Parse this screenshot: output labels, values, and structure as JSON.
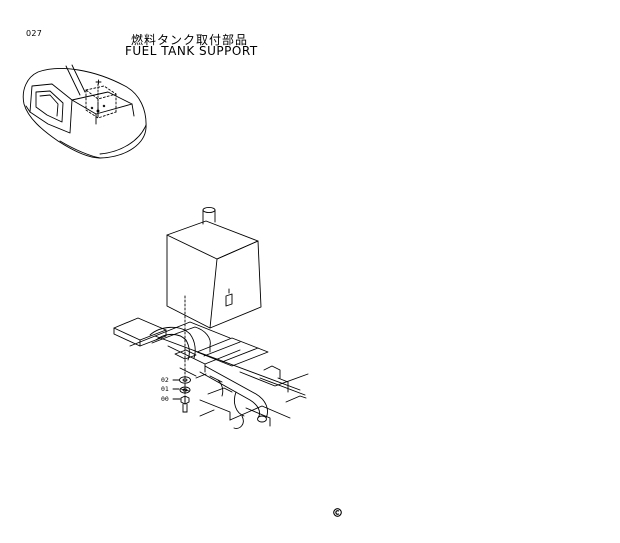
{
  "page": {
    "number": "027"
  },
  "title": {
    "japanese": "燃料タンク取付部品",
    "english": "FUEL TANK SUPPORT"
  },
  "callouts": [
    {
      "label": "02"
    },
    {
      "label": "01"
    },
    {
      "label": "00"
    }
  ],
  "footer": {
    "mark": "circled-copyright-symbol"
  }
}
